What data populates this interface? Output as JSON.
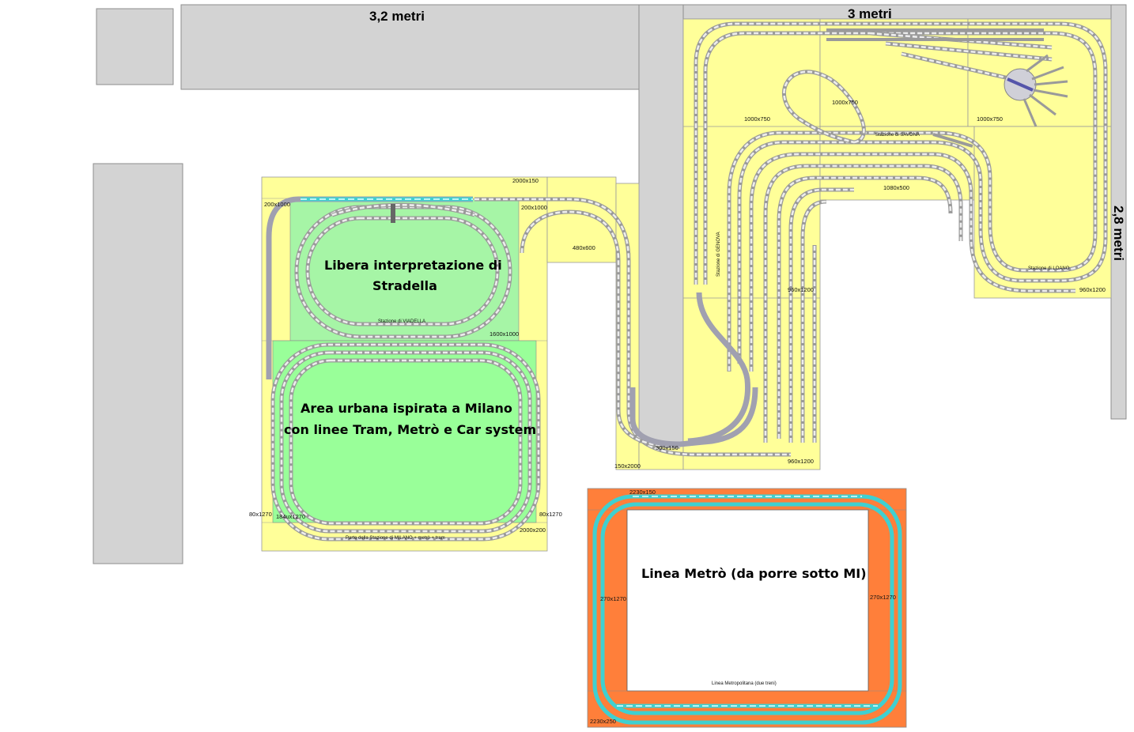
{
  "walls": {
    "top_left": "3,2 metri",
    "top_right": "3 metri",
    "right": "2,8 metri"
  },
  "areas": {
    "stradella": [
      "Libera interpretazione di",
      "Stradella"
    ],
    "milano": [
      "Area urbana ispirata a Milano",
      "con linee Tram, Metrò e Car system"
    ],
    "metro": "Linea Metrò (da porre sotto MI)"
  },
  "stations": {
    "viadella": "Stazione di VIADELLA",
    "milano": "Parte della Stazione di MILANO + metrò + tram",
    "genova": "Stazione di GENOVA",
    "savona": "Stazione di SAVONA",
    "loano": "Stazione di LOANO",
    "metropolitana": "Linea Metropolitana (due treni)"
  },
  "dimensions": {
    "d2000x150": "2000x150",
    "d200x1000a": "200x1000",
    "d200x1000b": "200x1000",
    "d480x600": "480x600",
    "d1600x1000": "1600x1000",
    "d80x1270a": "80x1270",
    "d184ux1270": "184ux1270",
    "d80x1270b": "80x1270",
    "d2000x200": "2000x200",
    "d150x2000": "150x2000",
    "d300x150": "300x150",
    "d960x1200a": "960x1200",
    "d960x1200b": "960x1200",
    "d1000x750a": "1000x750",
    "d1000x750b": "1000x750",
    "d1000x750c": "1000x750",
    "d1080x500": "1080x500",
    "d960x1200c": "960x1200",
    "d2230x150": "2230x150",
    "d270x1270a": "270x1270",
    "d270x1270b": "270x1270",
    "d2230x250": "2230x250"
  }
}
